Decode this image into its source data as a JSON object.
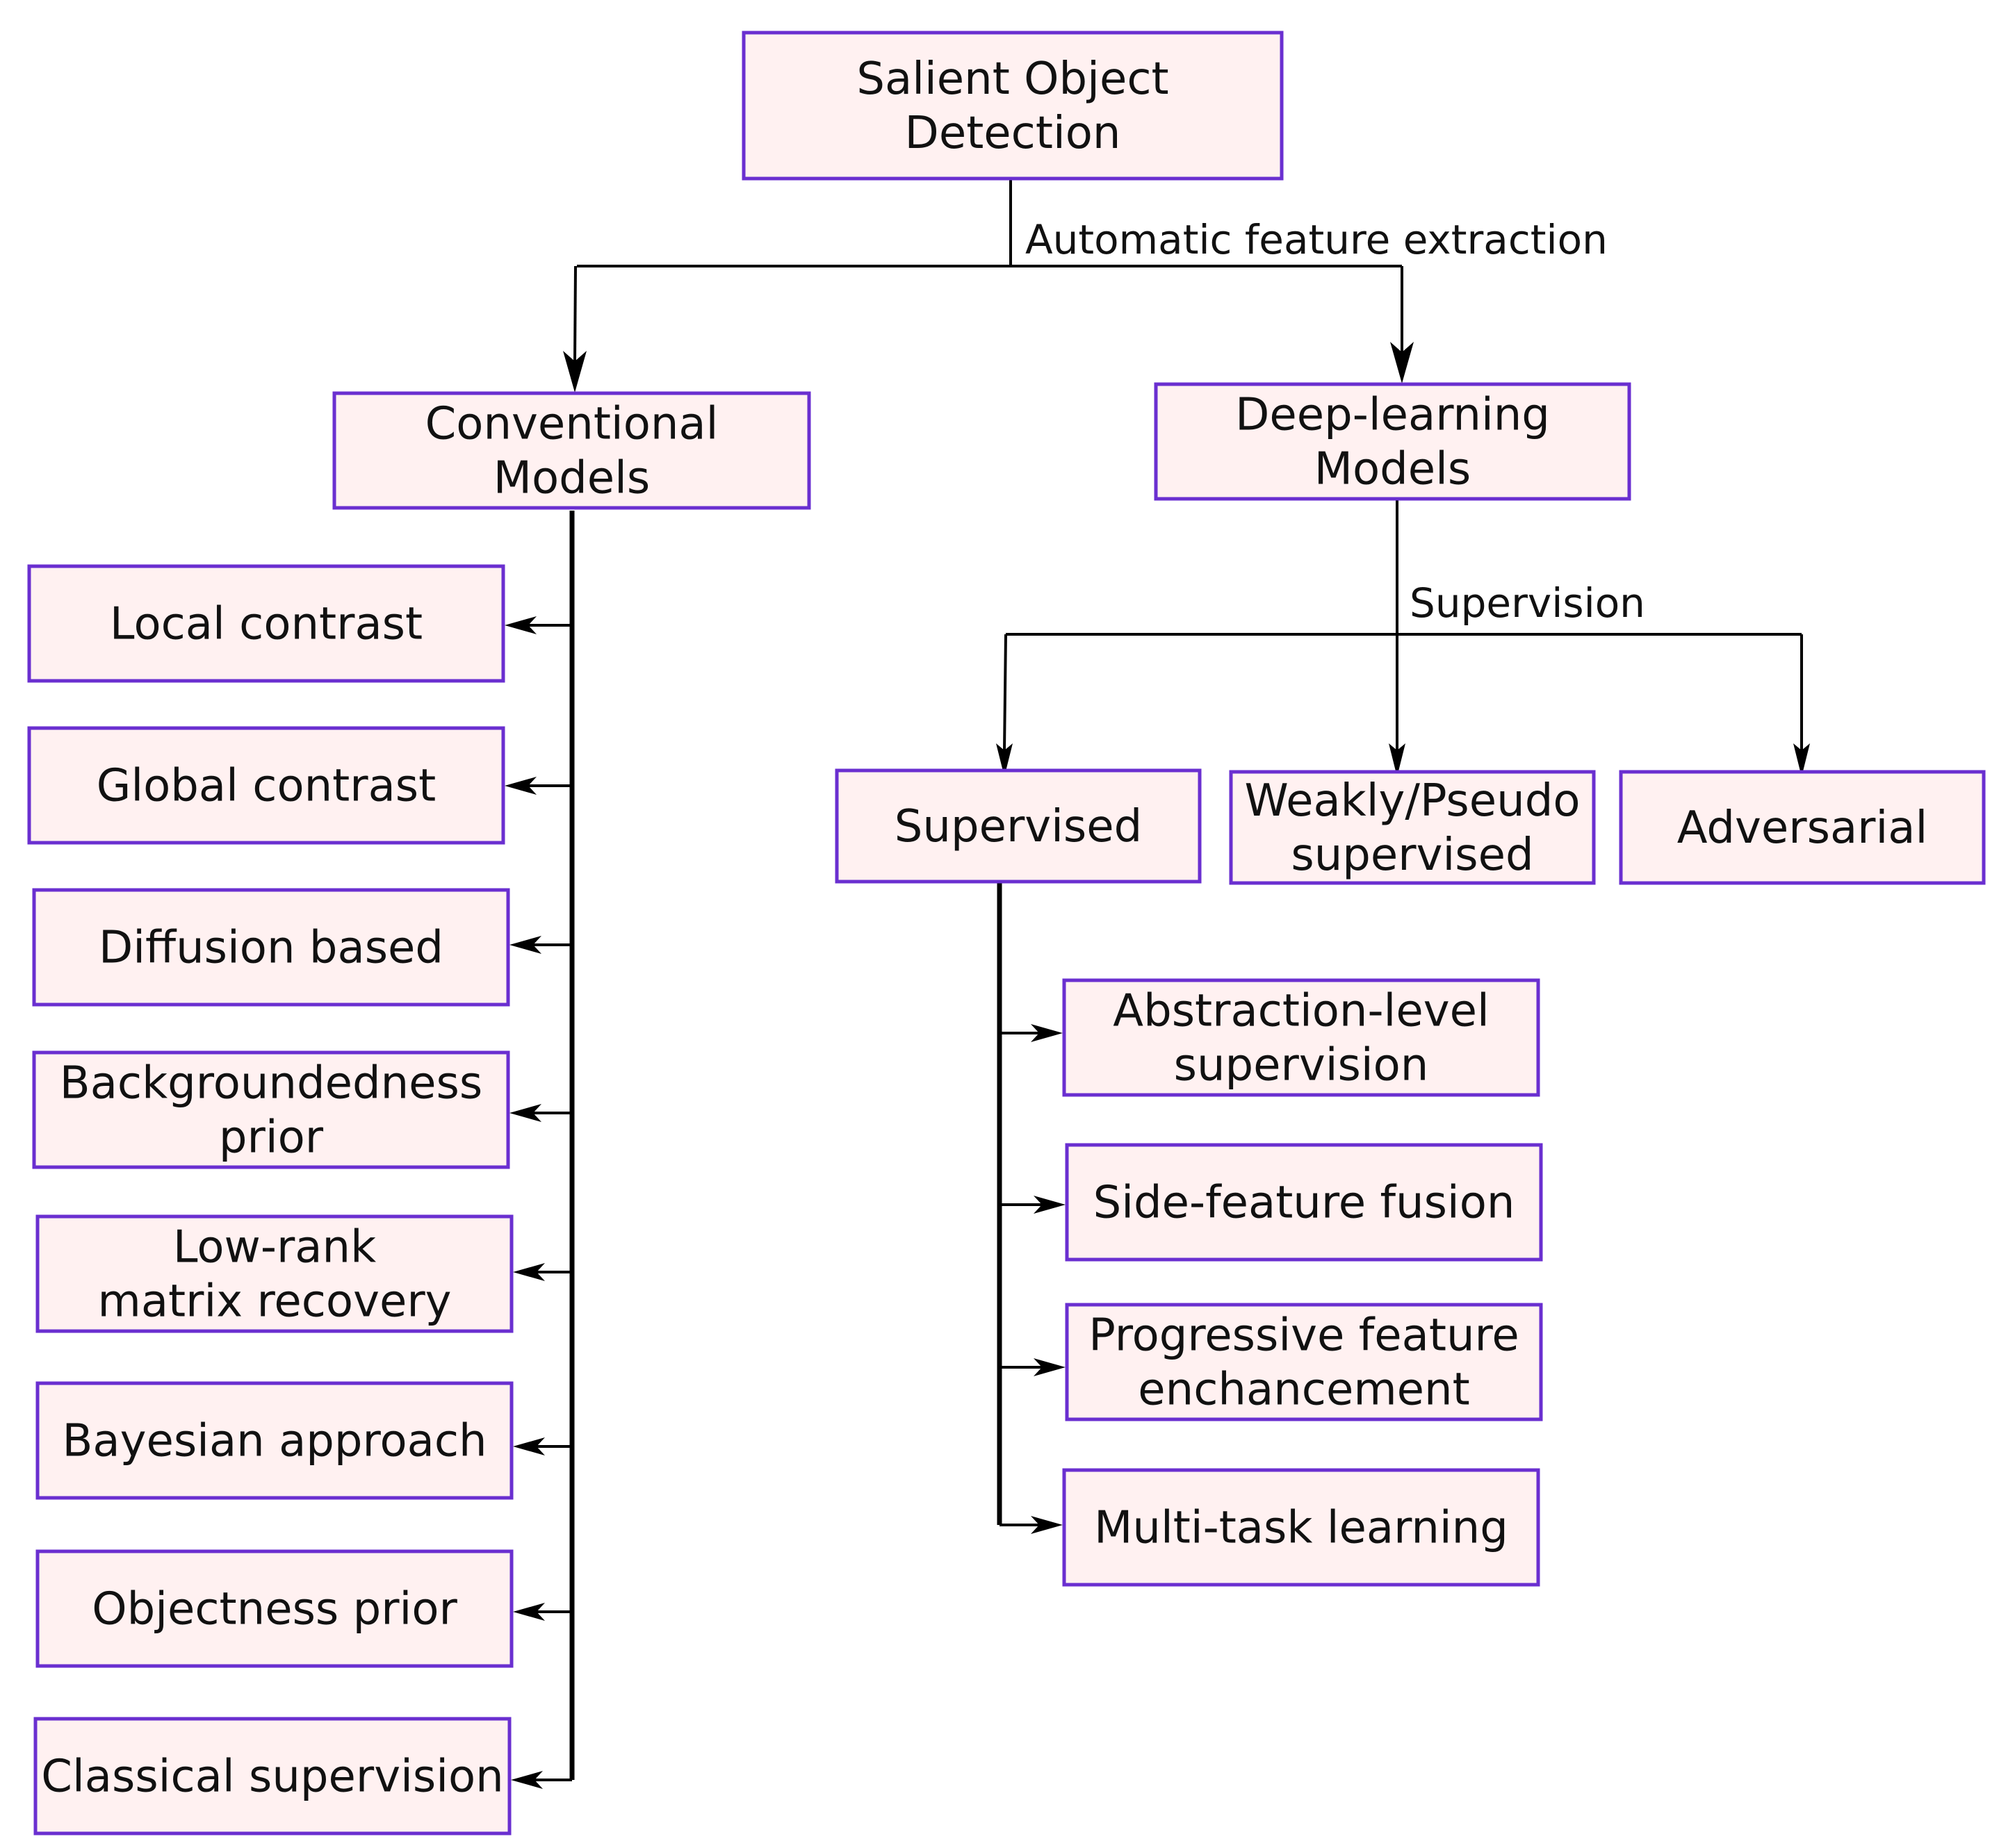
{
  "diagram": {
    "root": {
      "label_lines": [
        "Salient Object",
        "Detection"
      ]
    },
    "edge_labels": {
      "automatic": "Automatic feature extraction",
      "supervision": "Supervision"
    },
    "conventional": {
      "label_lines": [
        "Conventional",
        "Models"
      ],
      "children": [
        {
          "label_lines": [
            "Local contrast"
          ]
        },
        {
          "label_lines": [
            "Global contrast"
          ]
        },
        {
          "label_lines": [
            "Diffusion based"
          ]
        },
        {
          "label_lines": [
            "Backgroundedness",
            "prior"
          ]
        },
        {
          "label_lines": [
            "Low-rank",
            "matrix recovery"
          ]
        },
        {
          "label_lines": [
            "Bayesian approach"
          ]
        },
        {
          "label_lines": [
            "Objectness prior"
          ]
        },
        {
          "label_lines": [
            "Classical supervision"
          ]
        }
      ]
    },
    "deep": {
      "label_lines": [
        "Deep-learning",
        "Models"
      ],
      "children": [
        {
          "label_lines": [
            "Supervised"
          ]
        },
        {
          "label_lines": [
            "Weakly/Pseudo",
            "supervised"
          ]
        },
        {
          "label_lines": [
            "Adversarial"
          ]
        }
      ],
      "supervised_children": [
        {
          "label_lines": [
            "Abstraction-level",
            "supervision"
          ]
        },
        {
          "label_lines": [
            "Side-feature fusion"
          ]
        },
        {
          "label_lines": [
            "Progressive feature",
            "enchancement"
          ]
        },
        {
          "label_lines": [
            "Multi-task learning"
          ]
        }
      ]
    }
  }
}
